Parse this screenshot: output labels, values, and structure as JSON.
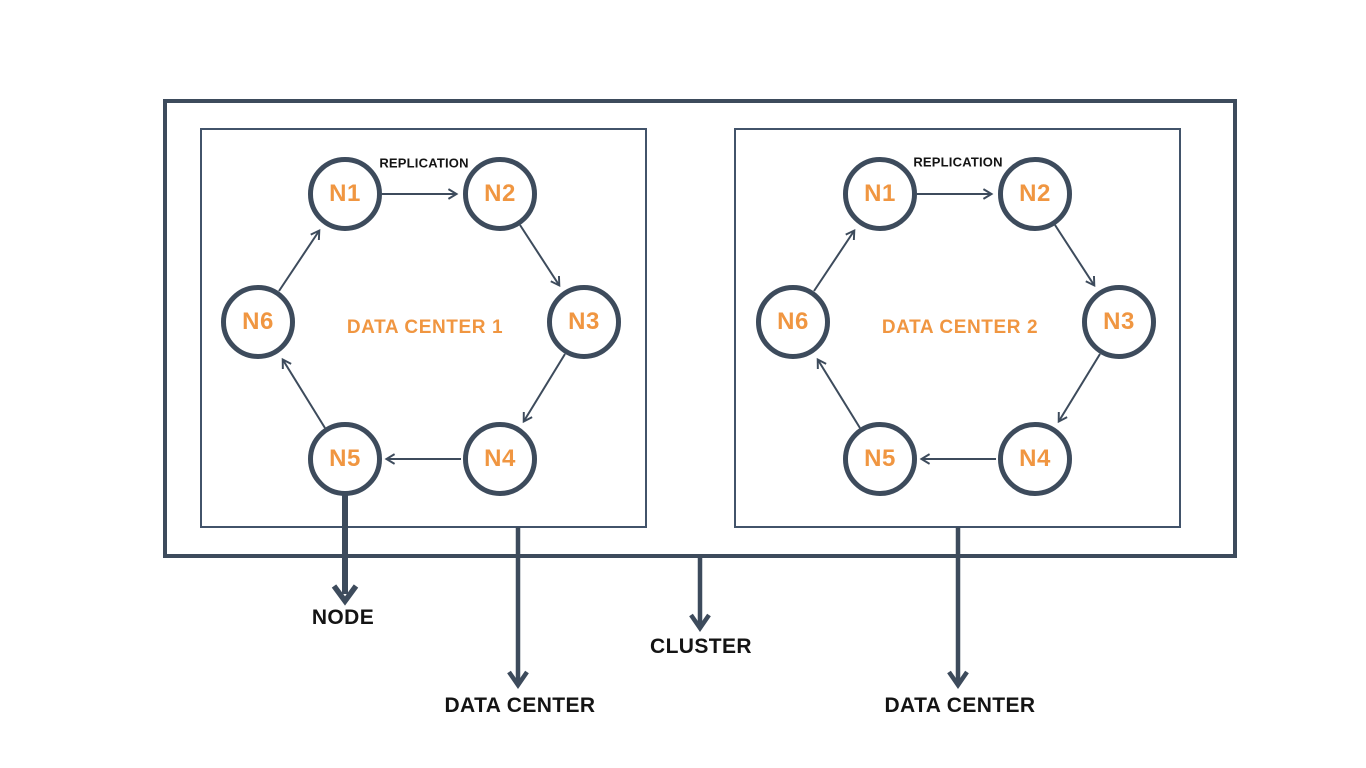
{
  "colors": {
    "line": "#3d4b5c",
    "line_light": "#42536a",
    "node_text": "#f09641",
    "label_text": "#141414",
    "background": "#ffffff"
  },
  "labels": {
    "node_pointer": "NODE",
    "cluster_pointer": "CLUSTER",
    "datacenter_pointer_left": "DATA CENTER",
    "datacenter_pointer_right": "DATA CENTER"
  },
  "datacenters": [
    {
      "title": "DATA CENTER 1",
      "replication_label": "REPLICATION",
      "nodes": [
        "N1",
        "N2",
        "N3",
        "N4",
        "N5",
        "N6"
      ],
      "ring_order": "N1>N2>N3>N4>N5>N6>N1"
    },
    {
      "title": "DATA CENTER 2",
      "replication_label": "REPLICATION",
      "nodes": [
        "N1",
        "N2",
        "N3",
        "N4",
        "N5",
        "N6"
      ],
      "ring_order": "N1>N2>N3>N4>N5>N6>N1"
    }
  ]
}
